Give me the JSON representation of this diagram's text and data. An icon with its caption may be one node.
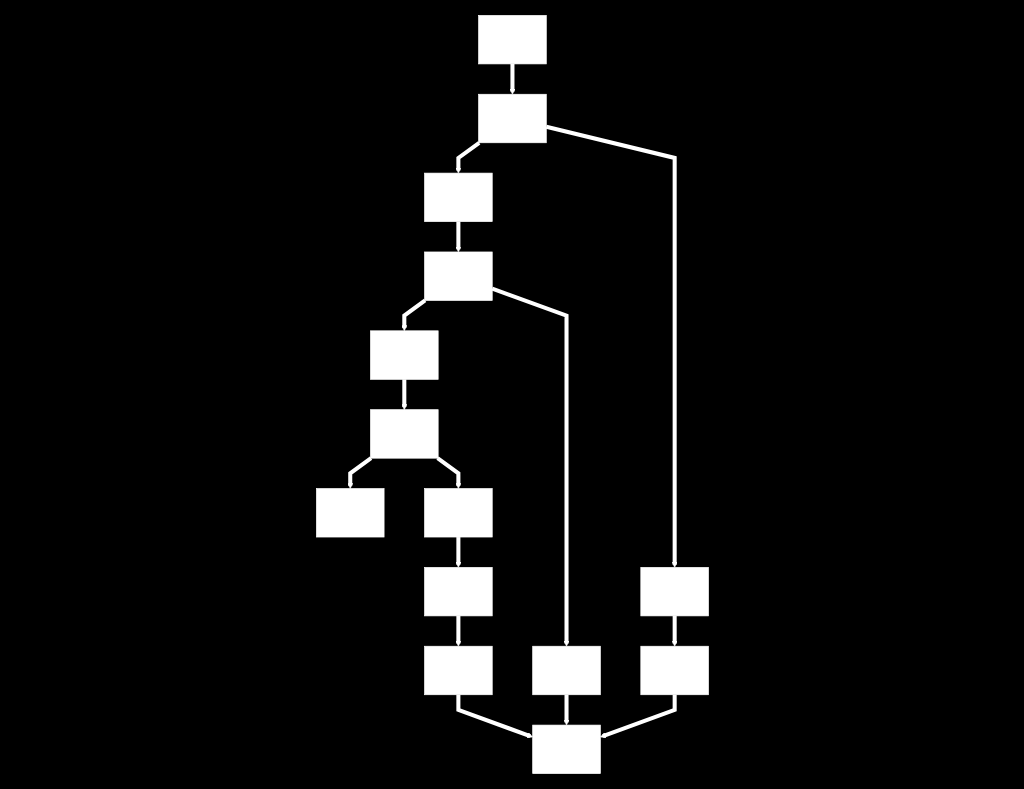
{
  "diagram": {
    "nodes": [
      {
        "text": [],
        "shape": "box"
      },
      {
        "text": [],
        "shape": "box"
      },
      {
        "text": [],
        "shape": "box"
      },
      {
        "text": [],
        "shape": "box"
      },
      {
        "text": [],
        "shape": "box"
      },
      {
        "text": [],
        "shape": "box"
      },
      {
        "text": [],
        "shape": "box"
      },
      {
        "text": [],
        "shape": "box"
      },
      {
        "text": [],
        "shape": "box"
      },
      {
        "text": [],
        "shape": "box"
      },
      {
        "text": [],
        "shape": "box"
      },
      {
        "text": [],
        "shape": "box"
      },
      {
        "text": [],
        "shape": "box"
      },
      {
        "text": [],
        "shape": "box"
      }
    ],
    "edges": [
      {
        "from": 0,
        "to": 1,
        "arrow": "to"
      },
      {
        "from": 1,
        "to": 2,
        "arrow": "to"
      },
      {
        "from": 1,
        "to": 3,
        "arrow": "to"
      },
      {
        "from": 2,
        "to": 4,
        "arrow": "to"
      },
      {
        "from": 3,
        "to": 5,
        "arrow": "to"
      },
      {
        "from": 4,
        "to": 6,
        "arrow": "to"
      },
      {
        "from": 4,
        "to": 7,
        "arrow": "to"
      },
      {
        "from": 5,
        "to": 13,
        "arrow": "to"
      },
      {
        "from": 6,
        "to": 8,
        "arrow": "to"
      },
      {
        "from": 7,
        "to": 13,
        "arrow": "to"
      },
      {
        "from": 8,
        "to": 9,
        "arrow": "to"
      },
      {
        "from": 8,
        "to": 10,
        "arrow": "to"
      },
      {
        "from": 10,
        "to": 11,
        "arrow": "to"
      },
      {
        "from": 11,
        "to": 12,
        "arrow": "to"
      },
      {
        "from": 12,
        "to": 13,
        "arrow": "to"
      }
    ]
  }
}
